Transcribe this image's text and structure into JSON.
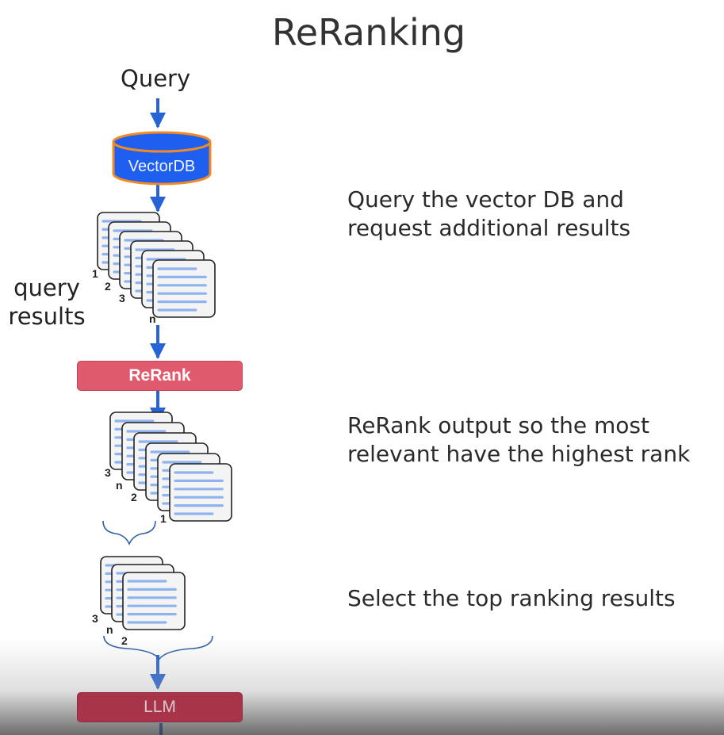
{
  "title": "ReRanking",
  "flow": {
    "query_label": "Query",
    "vectordb_label": "VectorDB",
    "query_results_label": "query\nresults",
    "rerank_label": "ReRank",
    "llm_label": "LLM"
  },
  "rank_labels": {
    "stage1": [
      "1",
      "2",
      "3",
      "n"
    ],
    "stage2": [
      "3",
      "n",
      "2",
      "1"
    ],
    "stage3": [
      "3",
      "n",
      "2"
    ]
  },
  "descriptions": [
    "Query the vector DB and request additional results",
    "ReRank output so the most relevant have the highest rank",
    "Select the top ranking results"
  ],
  "colors": {
    "arrow": "#2563d6",
    "db_fill": "#1f5ff0",
    "db_border": "#f08a24",
    "doc_line": "#8fb3ee",
    "rerank": "#e05a6e",
    "llm": "#a8344a",
    "brace": "#2d5fa8"
  }
}
